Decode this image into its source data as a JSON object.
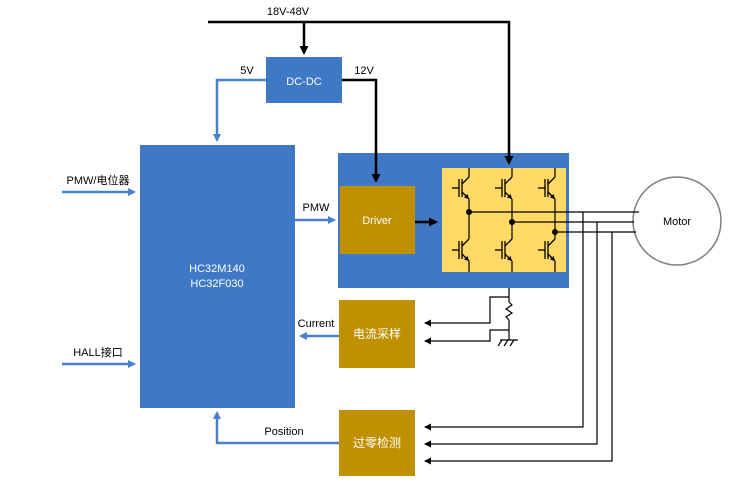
{
  "supply": {
    "main_voltage": "18V-48V",
    "out_5v": "5V",
    "out_12v": "12V"
  },
  "blocks": {
    "dcdc": "DC-DC",
    "mcu_line1": "HC32M140",
    "mcu_line2": "HC32F030",
    "driver": "Driver",
    "current_sample": "电流采样",
    "zero_cross": "过零检测",
    "motor": "Motor"
  },
  "signals": {
    "pmw_input": "PMW/电位器",
    "hall_input": "HALL接口",
    "pmw_out": "PMW",
    "current": "Current",
    "position": "Position"
  },
  "colors": {
    "blue": "#3f78c4",
    "arrow_blue": "#4a7fc9",
    "gold": "#bf9000",
    "yellow": "#ffd966",
    "black": "#000000"
  }
}
